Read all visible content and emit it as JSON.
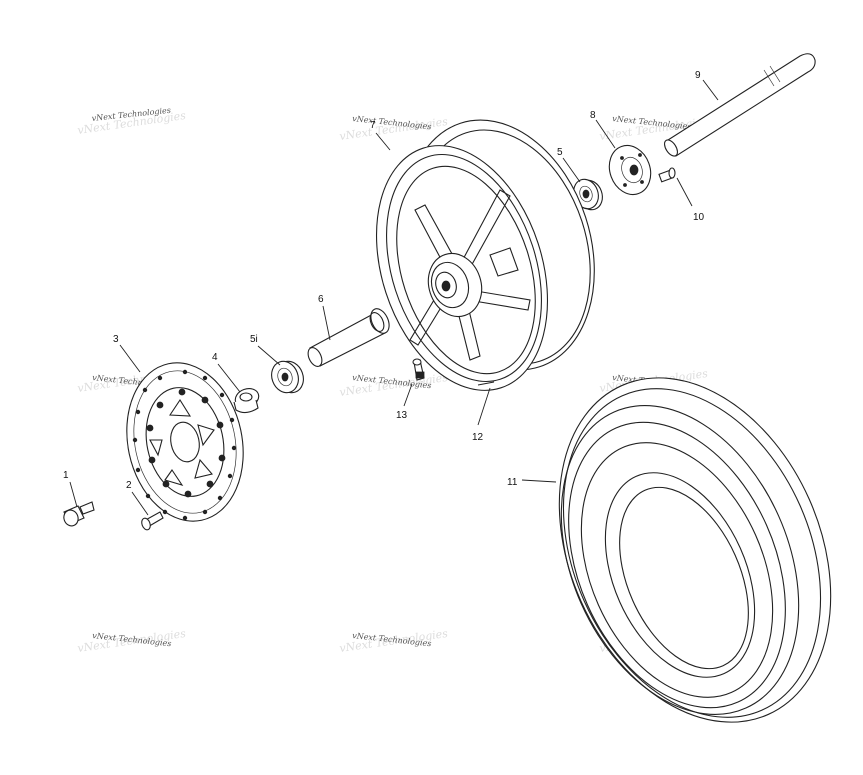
{
  "watermark": {
    "text": "vNext Technologies",
    "ghost_text": "vNext Technologies"
  },
  "callouts": {
    "p1": "1",
    "p2": "2",
    "p3": "3",
    "p4": "4",
    "p5": "5",
    "p5b": "5i",
    "p6": "6",
    "p7": "7",
    "p8": "8",
    "p9": "9",
    "p10": "10",
    "p11": "11",
    "p12": "12",
    "p13": "13"
  }
}
